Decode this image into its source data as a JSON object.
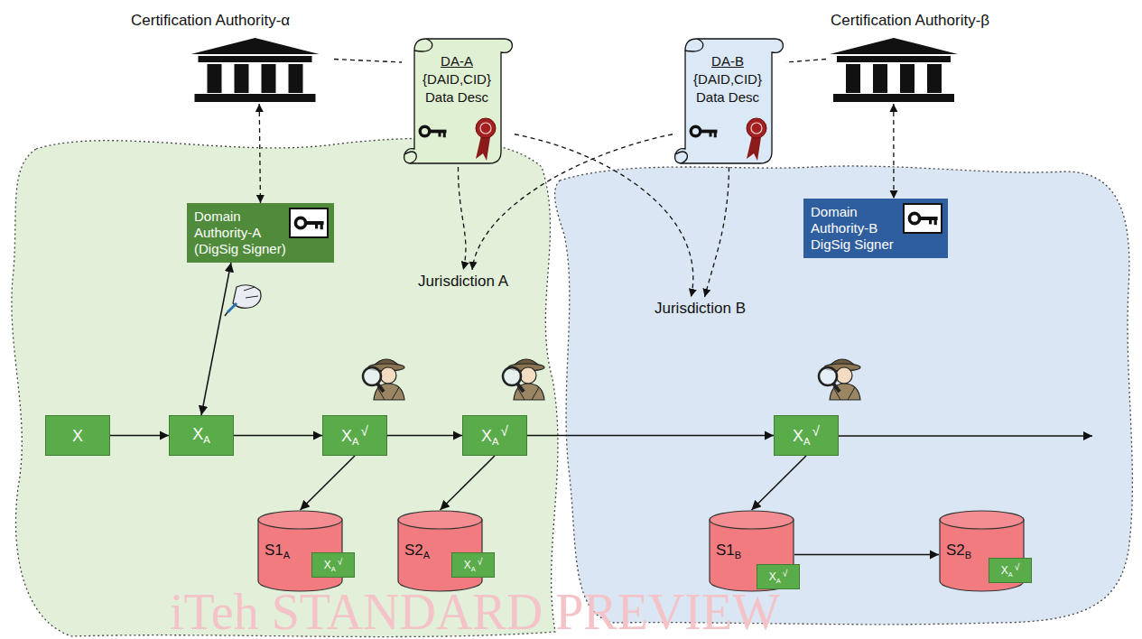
{
  "diagram": {
    "nodes": [
      {
        "text": [
          "Certification Authority-α"
        ]
      },
      {
        "text": [
          "DA-A",
          "{DAID,CID}",
          "Data Desc"
        ]
      },
      {
        "text": [
          "DA-B",
          "{DAID,CID}",
          "Data Desc"
        ]
      },
      {
        "text": [
          "Certification Authority-β"
        ]
      },
      {
        "text": [
          "Jurisdiction A"
        ]
      },
      {
        "text": [
          "Domain Authority-A (DigSig Signer)"
        ],
        "in": 4
      },
      {
        "text": [
          "X"
        ],
        "in": 4
      },
      {
        "text": [
          "X",
          "A"
        ],
        "in": 4
      },
      {
        "text": [
          "X",
          "A",
          "√"
        ],
        "in": 4
      },
      {
        "text": [
          "X",
          "A",
          "√"
        ],
        "in": 4
      },
      {
        "text": [
          "S1",
          "A"
        ],
        "in": 4
      },
      {
        "text": [
          "X",
          "A",
          "√"
        ],
        "in": 10
      },
      {
        "text": [
          "S2",
          "A"
        ],
        "in": 4
      },
      {
        "text": [
          "X",
          "A",
          "√"
        ],
        "in": 12
      },
      {
        "text": [
          "Jurisdiction B"
        ]
      },
      {
        "text": [
          "Domain Authority-B DigSig Signer"
        ],
        "in": 14
      },
      {
        "text": [
          "X",
          "A",
          "√"
        ],
        "in": 14
      },
      {
        "text": [
          "S1",
          "B"
        ],
        "in": 14
      },
      {
        "text": [
          "X",
          "A",
          "√"
        ],
        "in": 17
      },
      {
        "text": [
          "S2",
          "B"
        ],
        "in": 14
      },
      {
        "text": [
          "X",
          "A",
          "√"
        ],
        "in": 19
      }
    ],
    "edges": [
      {
        "from": 0,
        "to": 5,
        "arrow": "both"
      },
      {
        "from": 0,
        "to": 1,
        "arrow": "none"
      },
      {
        "from": 1,
        "to": 4,
        "arrow": "to"
      },
      {
        "from": 1,
        "to": 14,
        "arrow": "to"
      },
      {
        "from": 3,
        "to": 2,
        "arrow": "none"
      },
      {
        "from": 2,
        "to": 14,
        "arrow": "to"
      },
      {
        "from": 2,
        "to": 4,
        "arrow": "to"
      },
      {
        "from": 3,
        "to": 15,
        "arrow": "both"
      },
      {
        "from": 5,
        "to": 7,
        "arrow": "both"
      },
      {
        "from": 6,
        "to": 7,
        "arrow": "to"
      },
      {
        "from": 7,
        "to": 8,
        "arrow": "to"
      },
      {
        "from": 8,
        "to": 9,
        "arrow": "to"
      },
      {
        "from": 9,
        "to": 16,
        "arrow": "to"
      },
      {
        "from": 8,
        "to": 10,
        "arrow": "to"
      },
      {
        "from": 9,
        "to": 12,
        "arrow": "to"
      },
      {
        "from": 16,
        "to": 17,
        "arrow": "to"
      },
      {
        "from": 17,
        "to": 19,
        "arrow": "to"
      }
    ],
    "labels": [
      "iTeh STANDARD PREVIEW"
    ]
  }
}
